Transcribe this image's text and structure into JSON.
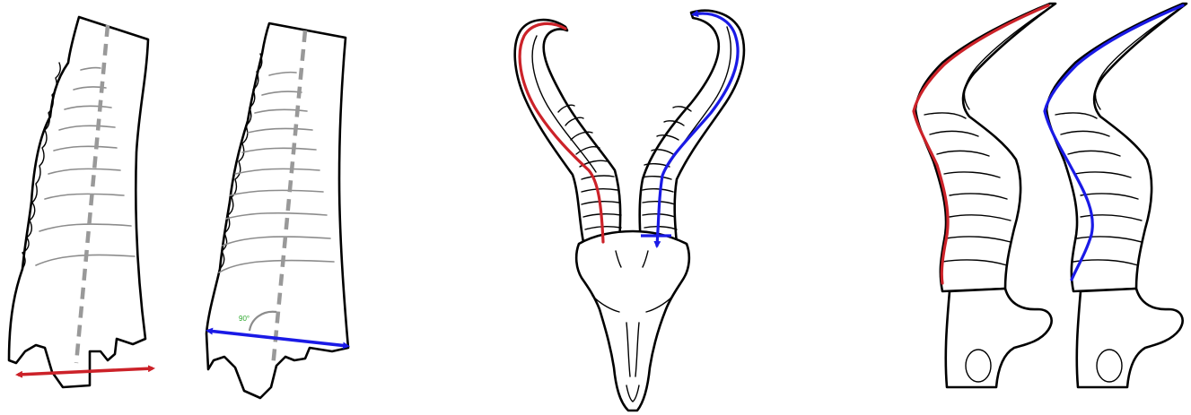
{
  "annotations": {
    "angle_label": "90°"
  },
  "colors": {
    "length_red": "#cc2229",
    "length_blue": "#1a1ae6",
    "angle_green": "#2ea82e",
    "axis_gray": "#999999"
  },
  "panels": [
    {
      "id": "horn-base-circumference-a",
      "measure": "red"
    },
    {
      "id": "horn-base-circumference-b",
      "measure": "blue"
    },
    {
      "id": "skull-front-horn-length",
      "measure": "red-blue"
    },
    {
      "id": "skull-side-horn-length",
      "measure": "red-blue"
    }
  ]
}
